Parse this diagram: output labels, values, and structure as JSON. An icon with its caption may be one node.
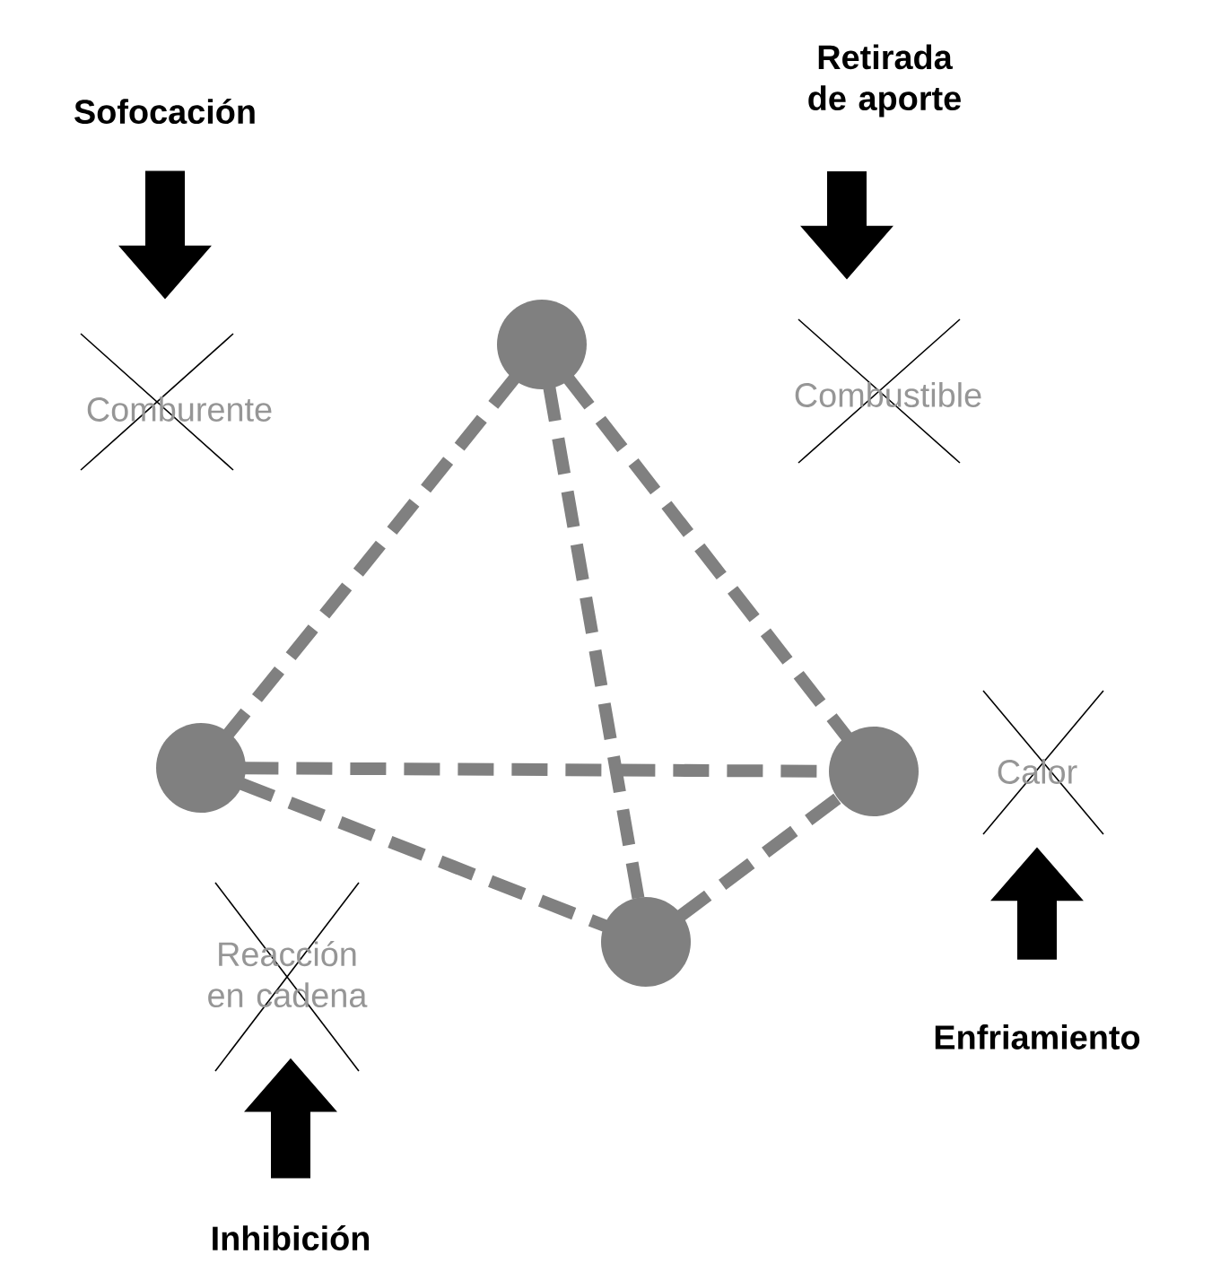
{
  "diagram": {
    "nodes": [
      {
        "text": [
          "Sofocación"
        ]
      },
      {
        "text": [
          "Comburente"
        ]
      },
      {
        "text": [
          "Retirada de aporte"
        ]
      },
      {
        "text": [
          "Combustible"
        ]
      },
      {
        "text": [],
        "shape": "circle"
      },
      {
        "text": [],
        "shape": "circle"
      },
      {
        "text": [],
        "shape": "circle"
      },
      {
        "text": [],
        "shape": "circle"
      },
      {
        "text": [
          "Calor"
        ]
      },
      {
        "text": [
          "Enfriamiento"
        ]
      },
      {
        "text": [
          "Reacción en cadena"
        ]
      },
      {
        "text": [
          "Inhibición"
        ]
      }
    ],
    "edges": [
      {
        "from": 0,
        "to": 1,
        "arrow": "to",
        "style": "thick",
        "color": "#000000"
      },
      {
        "from": 2,
        "to": 3,
        "arrow": "to",
        "style": "thick",
        "color": "#000000"
      },
      {
        "from": 9,
        "to": 8,
        "arrow": "to",
        "style": "thick",
        "color": "#000000"
      },
      {
        "from": 11,
        "to": 10,
        "arrow": "to",
        "style": "thick",
        "color": "#000000"
      },
      {
        "from": 4,
        "to": 5,
        "arrow": "none",
        "style": "dashed"
      },
      {
        "from": 4,
        "to": 6,
        "arrow": "none",
        "style": "dashed"
      },
      {
        "from": 4,
        "to": 7,
        "arrow": "none",
        "style": "dashed"
      },
      {
        "from": 5,
        "to": 6,
        "arrow": "none",
        "style": "dashed"
      },
      {
        "from": 5,
        "to": 7,
        "arrow": "none",
        "style": "dashed"
      },
      {
        "from": 7,
        "to": 6,
        "arrow": "none",
        "style": "dashed"
      }
    ]
  }
}
